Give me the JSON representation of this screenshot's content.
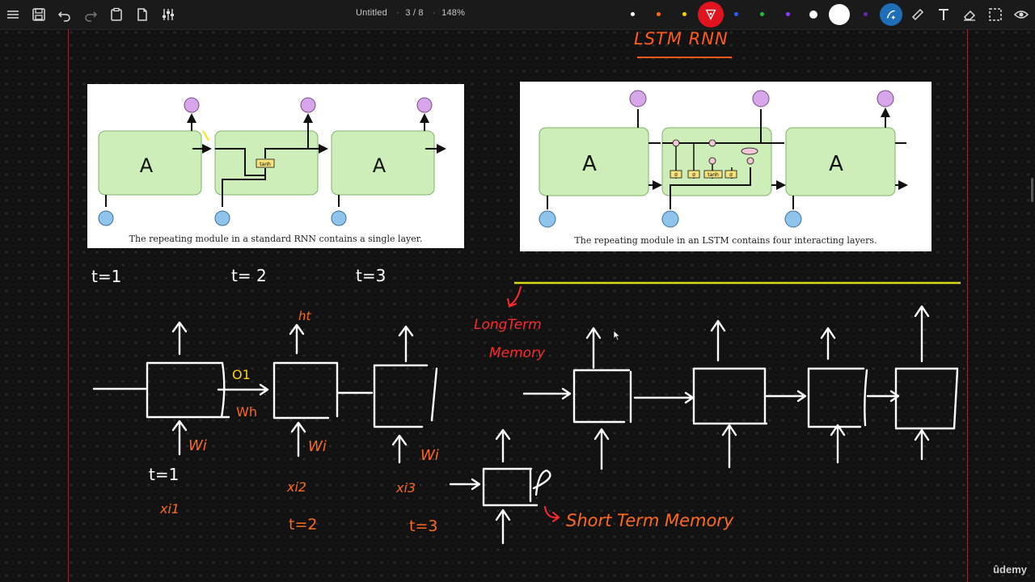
{
  "toolbar": {
    "doc_name": "Untitled",
    "page_indicator": "3 / 8",
    "zoom": "148%",
    "palette": [
      "#ffffff",
      "#ff6a1a",
      "#ffd400",
      "#e0141e",
      "#2f5bff",
      "#21c03a",
      "#8a3cff",
      "#ffffff"
    ]
  },
  "board": {
    "heading": "LSTM RNN",
    "rnn_caption": "The repeating module in a standard RNN contains a single layer.",
    "lstm_caption": "The repeating module in an LSTM contains four interacting layers.",
    "rnn_cell_label": "A",
    "lstm_cell_label": "A",
    "tanh_label": "tanh",
    "sigma_label": "σ",
    "labels": {
      "t1": "t=1",
      "t2": "t= 2",
      "t3": "t=3",
      "ht": "ht",
      "o1": "O1",
      "wh": "Wh",
      "wi1": "Wi",
      "wi2": "Wi",
      "wi3": "Wi",
      "t1_lower": "t=1",
      "xi1": "xi1",
      "xi2": "xi2",
      "xi3": "xi3",
      "t2_lower": "t=2",
      "t3_lower": "t=3",
      "long_term_1": "LongTerm",
      "long_term_2": "Memory",
      "short_term": "Short Term Memory"
    }
  },
  "watermark": "ûdemy"
}
